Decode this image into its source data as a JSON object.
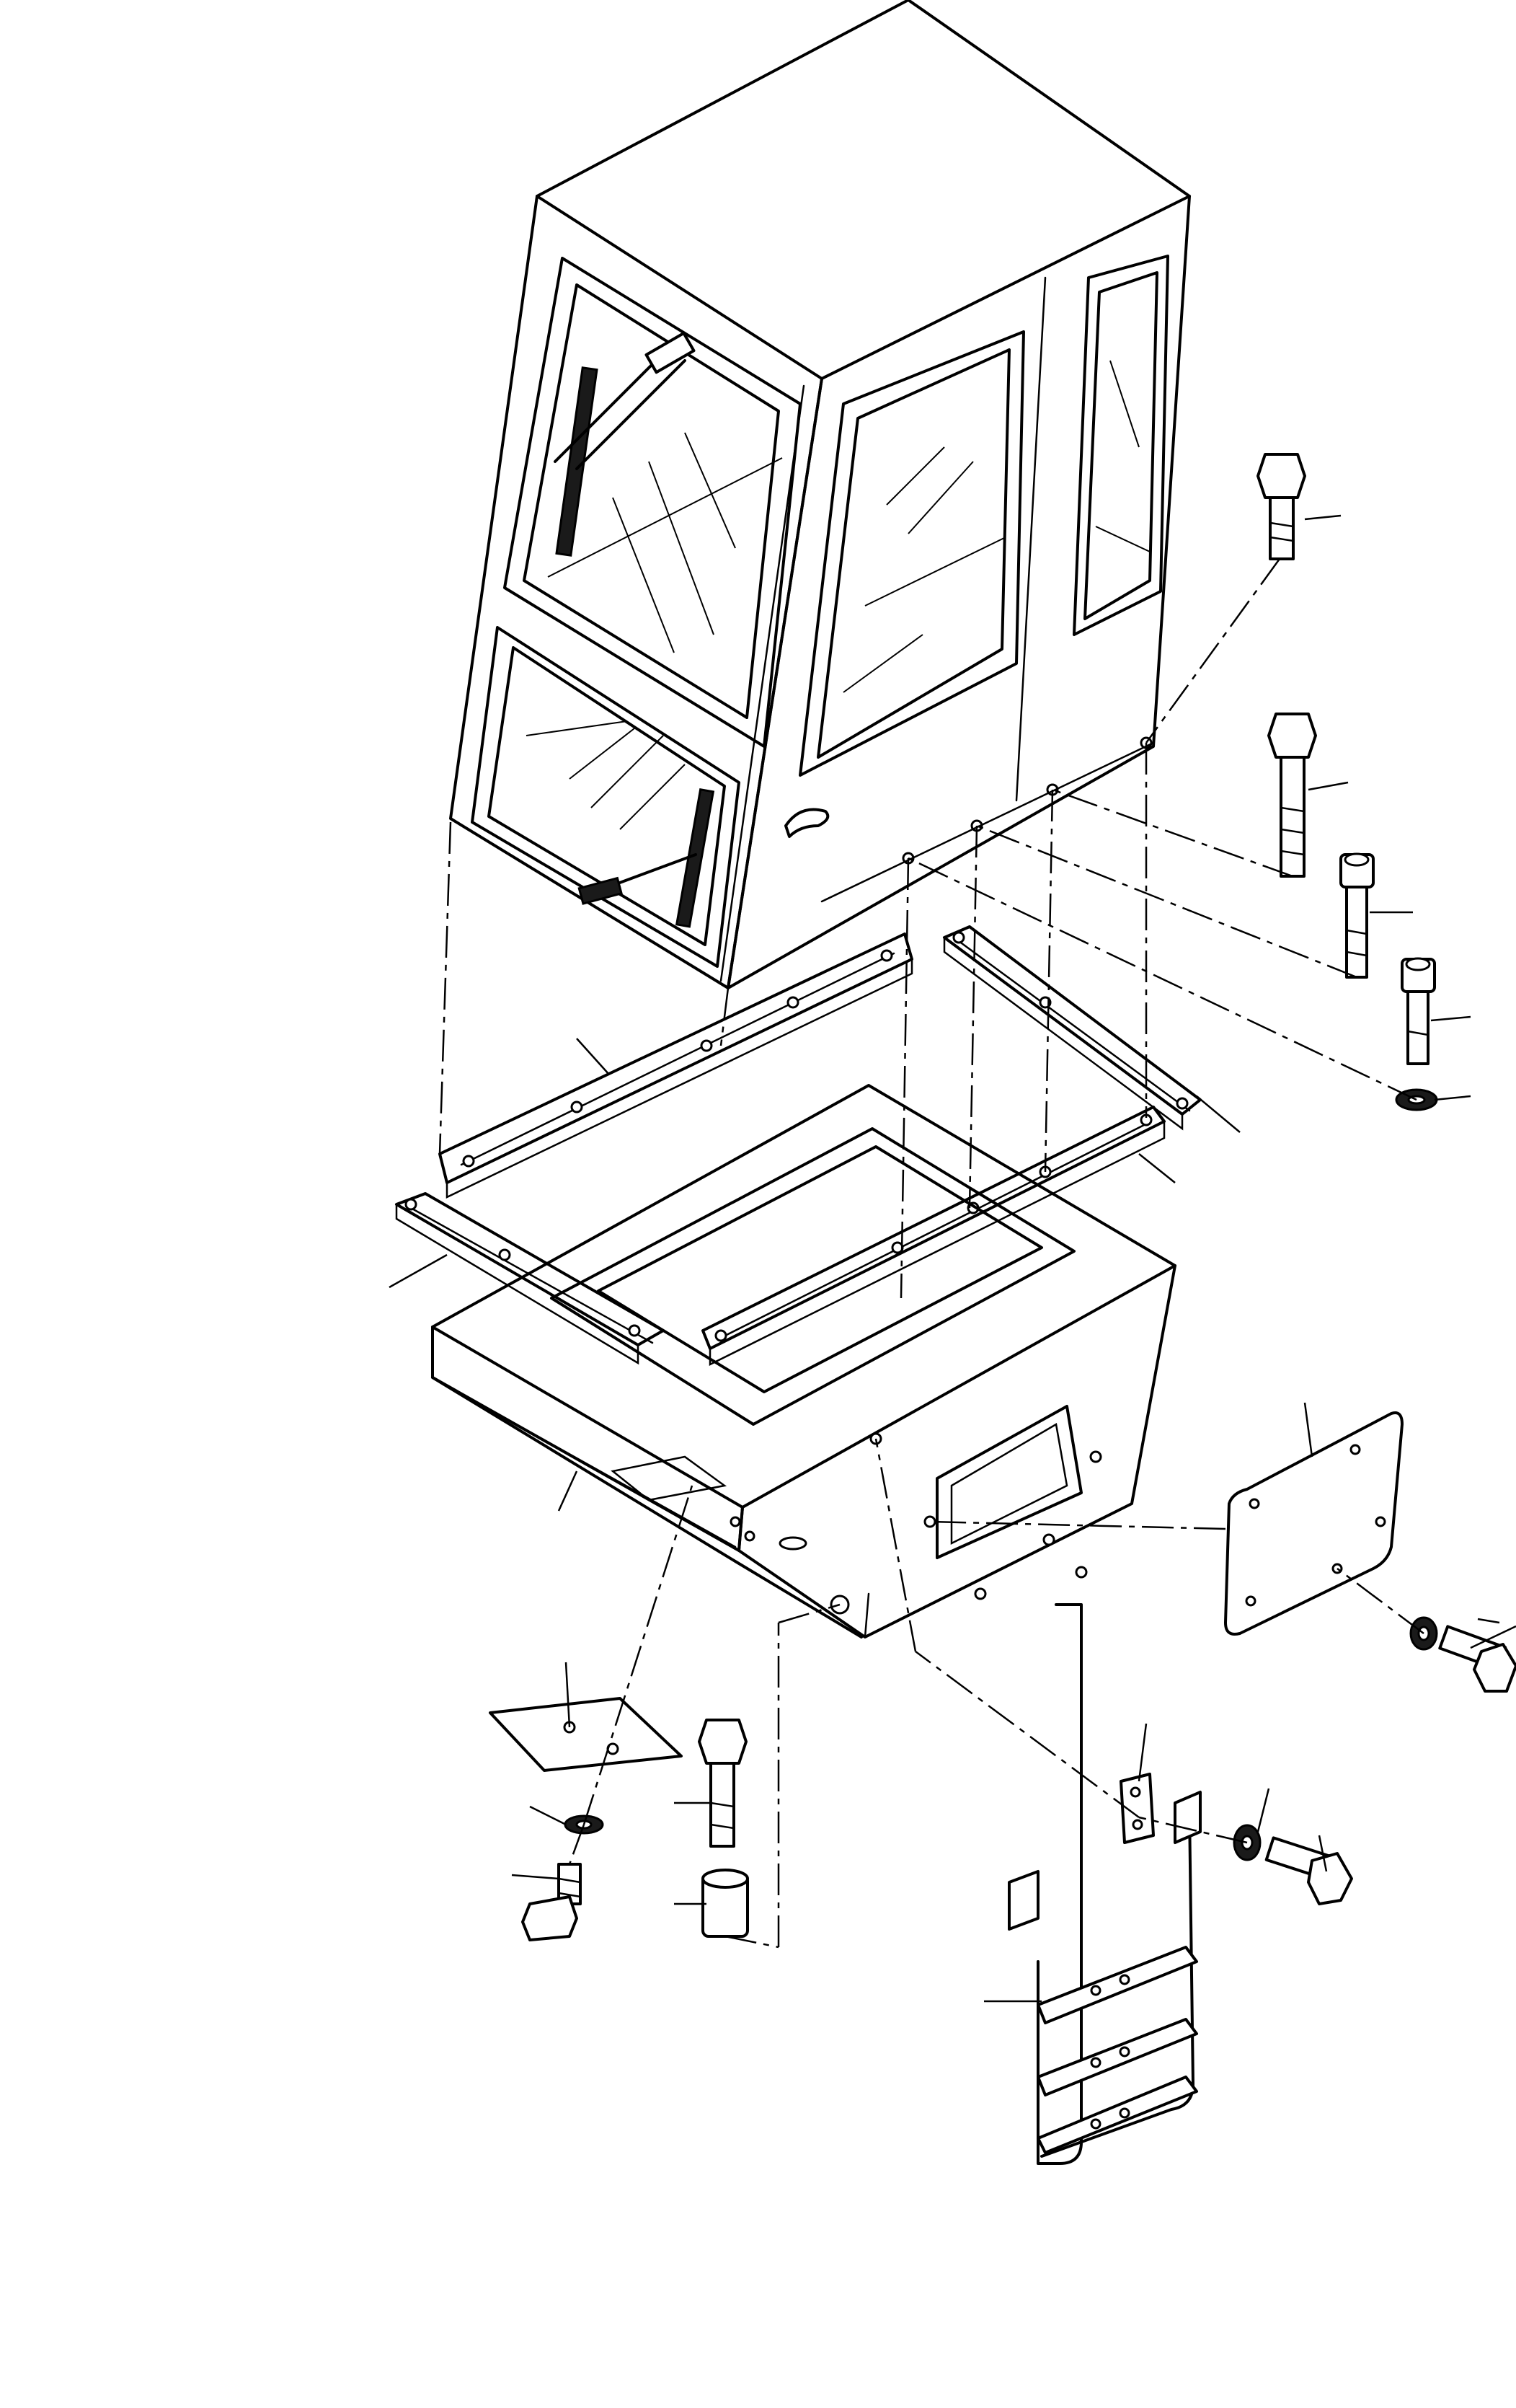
{
  "colors": {
    "line": "#000000",
    "background": "#ffffff",
    "fill_dark": "#1a1a1a"
  },
  "parts": [
    {
      "name": "cab"
    },
    {
      "name": "wiper-front-upper"
    },
    {
      "name": "wiper-front-lower"
    },
    {
      "name": "door-handle"
    },
    {
      "name": "mount-rail-rear-left"
    },
    {
      "name": "mount-rail-rear-right"
    },
    {
      "name": "mount-rail-front-left"
    },
    {
      "name": "mount-rail-front-right"
    },
    {
      "name": "base-frame"
    },
    {
      "name": "cover-plate"
    },
    {
      "name": "access-panel"
    },
    {
      "name": "ladder"
    },
    {
      "name": "bolt-long-1"
    },
    {
      "name": "bolt-long-2"
    },
    {
      "name": "socket-screw-1"
    },
    {
      "name": "socket-screw-2"
    },
    {
      "name": "washer-1"
    },
    {
      "name": "spacer"
    },
    {
      "name": "bolt-base"
    },
    {
      "name": "washer-plate"
    },
    {
      "name": "screw-plate"
    },
    {
      "name": "washer-panel"
    },
    {
      "name": "bolt-panel"
    },
    {
      "name": "bracket-ladder"
    },
    {
      "name": "washer-ladder"
    },
    {
      "name": "bolt-ladder"
    }
  ]
}
